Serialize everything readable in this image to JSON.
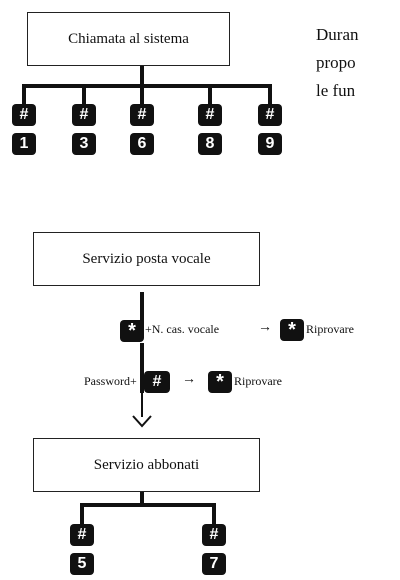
{
  "side_text": [
    "Duran",
    "propo",
    "le fun"
  ],
  "boxes": {
    "call": "Chiamata al sistema",
    "voicemail": "Servizio posta vocale",
    "subscriber": "Servizio abbonati"
  },
  "top_keys": [
    {
      "hash": "#",
      "digit": "1"
    },
    {
      "hash": "#",
      "digit": "3"
    },
    {
      "hash": "#",
      "digit": "6"
    },
    {
      "hash": "#",
      "digit": "8"
    },
    {
      "hash": "#",
      "digit": "9"
    }
  ],
  "flow": {
    "row1": {
      "star": "*",
      "text": "+N. cas. vocale",
      "arrow": "→",
      "retry_star": "*",
      "retry": "Riprovare"
    },
    "row2": {
      "text": "Password+",
      "hash": "#",
      "arrow": "→",
      "retry_star": "*",
      "retry": "Riprovare"
    }
  },
  "bottom_keys": [
    {
      "hash": "#",
      "digit": "5"
    },
    {
      "hash": "#",
      "digit": "7"
    }
  ]
}
